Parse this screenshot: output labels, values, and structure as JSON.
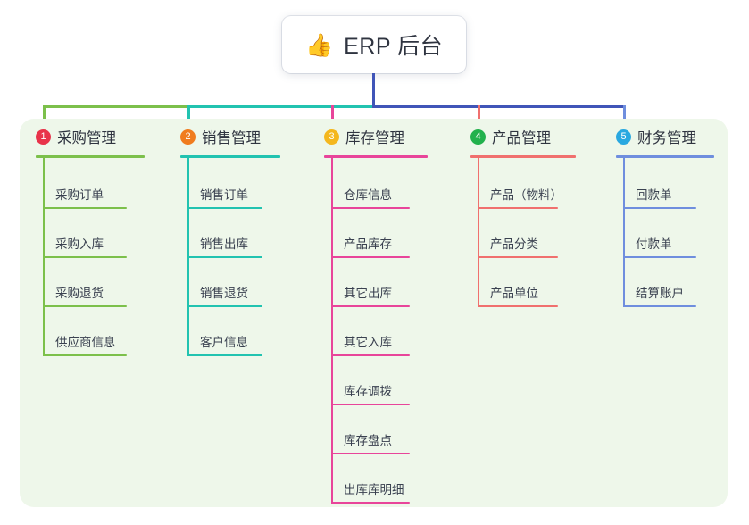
{
  "root": {
    "icon": "thumbs-up-emoji",
    "emoji": "👍",
    "title": "ERP 后台"
  },
  "palette": {
    "panel_bg": "#eef7ea",
    "page_bg": "#ffffff",
    "text": "#2f3440",
    "root_stem": "#4055b8"
  },
  "columns": [
    {
      "number": "1",
      "title": "采购管理",
      "badge_color": "#e8334a",
      "line_color": "#7cc04b",
      "items": [
        "采购订单",
        "采购入库",
        "采购退货",
        "供应商信息"
      ]
    },
    {
      "number": "2",
      "title": "销售管理",
      "badge_color": "#f07c1e",
      "line_color": "#22c3b0",
      "items": [
        "销售订单",
        "销售出库",
        "销售退货",
        "客户信息"
      ]
    },
    {
      "number": "3",
      "title": "库存管理",
      "badge_color": "#f4b71e",
      "line_color": "#e8459a",
      "items": [
        "仓库信息",
        "产品库存",
        "其它出库",
        "其它入库",
        "库存调拨",
        "库存盘点",
        "出库库明细"
      ]
    },
    {
      "number": "4",
      "title": "产品管理",
      "badge_color": "#22b14c",
      "line_color": "#f0706e",
      "items": [
        "产品（物料）",
        "产品分类",
        "产品单位"
      ]
    },
    {
      "number": "5",
      "title": "财务管理",
      "badge_color": "#29a8e0",
      "line_color": "#6f8ede",
      "items": [
        "回款单",
        "付款单",
        "结算账户"
      ]
    }
  ]
}
